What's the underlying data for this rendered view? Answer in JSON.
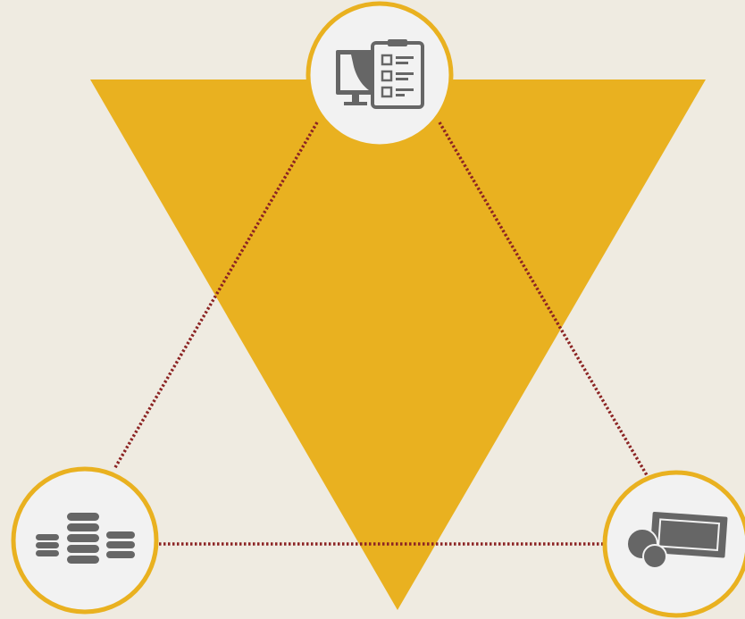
{
  "colors": {
    "background": "#efebe1",
    "triangle_fill": "#e9b120",
    "node_ring": "#e9b120",
    "node_fill": "#f2f2f2",
    "connector": "#8b2323",
    "icon": "#666666"
  },
  "nodes": [
    {
      "id": "top",
      "icon": "monitor-clipboard-icon"
    },
    {
      "id": "bottom-left",
      "icon": "coin-stacks-icon"
    },
    {
      "id": "bottom-right",
      "icon": "money-bill-coins-icon"
    }
  ]
}
